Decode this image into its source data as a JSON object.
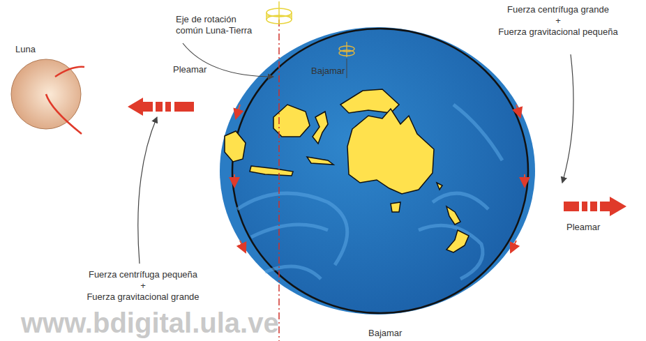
{
  "diagram": {
    "nodes": [
      {
        "text": [
          "Luna"
        ]
      }
    ],
    "labels": [
      "Eje de rotación común Luna-Tierra",
      "Bajamar",
      "Fuerza centrífuga grande + Fuerza gravitacional pequeña",
      "Pleamar",
      "Pleamar",
      "Fuerza centrífuga pequeña + Fuerza gravitacional grande",
      "Bajamar",
      "www.bdigital.ula.ve"
    ]
  }
}
